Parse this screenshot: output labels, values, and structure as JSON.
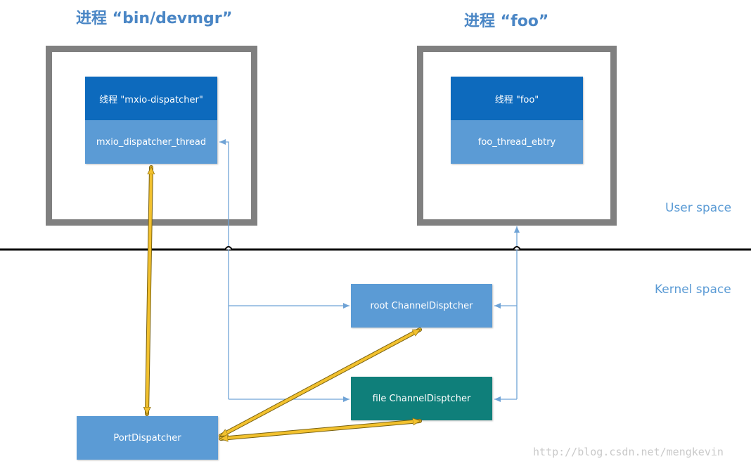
{
  "processes": [
    {
      "title": "进程 “bin/devmgr”",
      "thread_label": "线程 \"mxio-dispatcher\"",
      "entry": "mxio_dispatcher_thread"
    },
    {
      "title": "进程 “foo”",
      "thread_label": "线程 \"foo\"",
      "entry": "foo_thread_ebtry"
    }
  ],
  "spaces": {
    "user": "User space",
    "kernel": "Kernel space"
  },
  "kernel_nodes": {
    "root": "root ChannelDisptcher",
    "file": "file ChannelDisptcher",
    "port": "PortDispatcher"
  },
  "watermark": "http://blog.csdn.net/mengkevin",
  "colors": {
    "title_blue": "#4a86c5",
    "thread_header": "#0d6abd",
    "node_blue": "#5b9bd5",
    "node_teal": "#0f7f7a",
    "frame_gray": "#808080",
    "connector_blue": "#6fa3d6",
    "double_arrow_yellow": "#f2c12e",
    "divider_black": "#000000"
  }
}
